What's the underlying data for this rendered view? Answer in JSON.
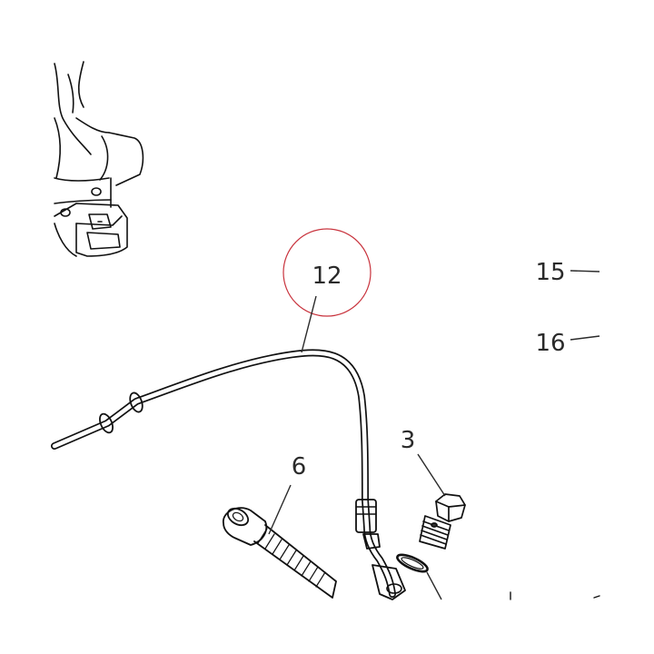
{
  "callouts": {
    "c12": "12",
    "c15": "15",
    "c16": "16",
    "c3": "3",
    "c6": "6"
  },
  "highlight": {
    "label": "12",
    "color": "#c8323c"
  },
  "icons": {
    "caliper": "brake-caliper-icon",
    "hose": "brake-hose-icon",
    "banjo_bolt": "banjo-bolt-icon",
    "screw": "screw-icon",
    "washer": "washer-icon"
  }
}
